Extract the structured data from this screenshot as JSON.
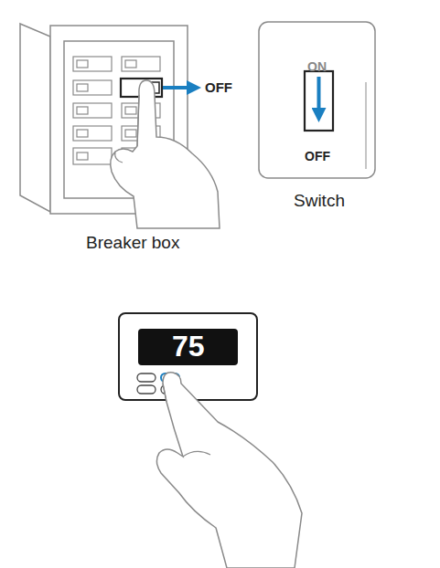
{
  "diagram": {
    "nodes": [
      {
        "text": [
          "ON",
          "OFF"
        ]
      },
      {
        "text": [
          "75"
        ]
      }
    ],
    "labels": [
      "OFF",
      "Breaker box",
      "Switch"
    ]
  }
}
